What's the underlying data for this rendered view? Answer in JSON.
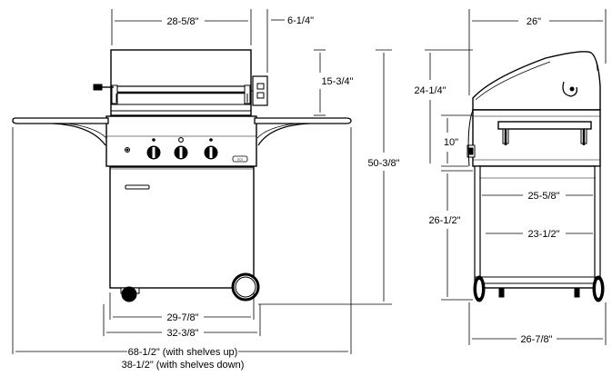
{
  "dimensions": {
    "lid_width": "28-5/8\"",
    "rotisserie_depth": "6-1/4\"",
    "lid_height": "15-3/4\"",
    "total_height": "50-3/8\"",
    "cart_width": "29-7/8\"",
    "wheel_width": "32-3/8\"",
    "width_shelves_up": "68-1/2\" (with shelves up)",
    "width_shelves_down": "38-1/2\" (with shelves down)",
    "side_depth": "26\"",
    "side_lid_height": "24-1/4\"",
    "side_firebox_height": "10\"",
    "side_inner_width": "25-5/8\"",
    "side_cart_height": "26-1/2\"",
    "side_cart_inner": "23-1/2\"",
    "side_base_depth": "26-7/8\""
  },
  "brand_badge": "DCS"
}
